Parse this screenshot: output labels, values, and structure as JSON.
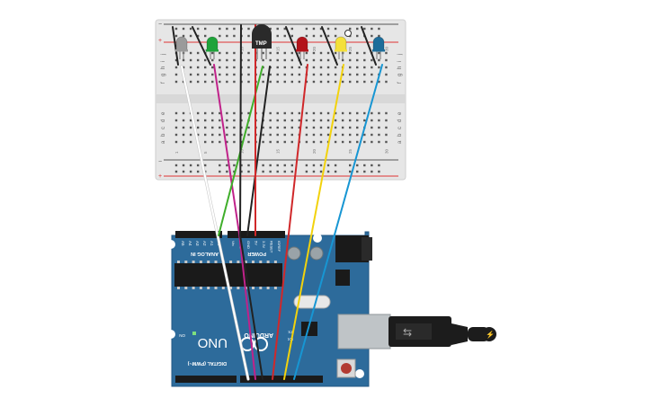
{
  "breadboard": {
    "rail_plus": "+",
    "rail_minus": "−",
    "row_labels_top": [
      "j",
      "i",
      "h",
      "g",
      "f"
    ],
    "row_labels_bottom": [
      "e",
      "d",
      "c",
      "b",
      "a"
    ],
    "column_numbers": [
      "1",
      "5",
      "10",
      "15",
      "20",
      "25",
      "30"
    ]
  },
  "components": {
    "sensor_label": "TMP",
    "leds": [
      {
        "name": "led-grey",
        "color": "#9a9a9a"
      },
      {
        "name": "led-green",
        "color": "#1fa33a"
      },
      {
        "name": "led-red",
        "color": "#b3141b"
      },
      {
        "name": "led-yellow",
        "color": "#f4e03a"
      },
      {
        "name": "led-blue",
        "color": "#1e6d9a"
      }
    ]
  },
  "arduino": {
    "brand": "ARDUINO",
    "model": "UNO",
    "analog_header_label": "ANALOG IN",
    "power_header_label": "POWER",
    "digital_header_label": "DIGITAL (PWM~)",
    "on_label": "ON",
    "tx_label": "TX",
    "rx_label": "RX",
    "analog_pins": [
      "A0",
      "A1",
      "A2",
      "A3",
      "A4",
      "A5"
    ],
    "power_pins": [
      "Vin",
      "GND",
      "GND",
      "5V",
      "3.3V",
      "RESET",
      "IOREF"
    ],
    "board_color": "#2d6b9b"
  },
  "wires": [
    {
      "name": "wire-white",
      "color": "#ffffff"
    },
    {
      "name": "wire-magenta",
      "color": "#c0228a"
    },
    {
      "name": "wire-green",
      "color": "#3fae2a"
    },
    {
      "name": "wire-black-1",
      "color": "#222222"
    },
    {
      "name": "wire-black-2",
      "color": "#222222"
    },
    {
      "name": "wire-red-1",
      "color": "#d0282a"
    },
    {
      "name": "wire-red-2",
      "color": "#d0282a"
    },
    {
      "name": "wire-yellow",
      "color": "#f2d20c"
    },
    {
      "name": "wire-blue",
      "color": "#1796d3"
    }
  ]
}
